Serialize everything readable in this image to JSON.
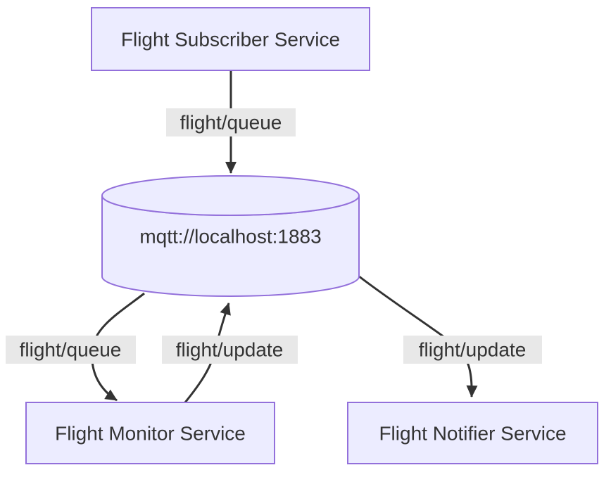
{
  "diagram": {
    "type": "flowchart",
    "colors": {
      "node_fill": "#ECECFF",
      "node_border": "#9370DB",
      "edge": "#333333",
      "label_bg": "#e8e8e8",
      "text": "#333333",
      "background": "#ffffff"
    },
    "nodes": {
      "subscriber": {
        "label": "Flight Subscriber Service",
        "shape": "rectangle"
      },
      "broker": {
        "label": "mqtt://localhost:1883",
        "shape": "cylinder"
      },
      "monitor": {
        "label": "Flight Monitor Service",
        "shape": "rectangle"
      },
      "notifier": {
        "label": "Flight Notifier Service",
        "shape": "rectangle"
      }
    },
    "edges": {
      "subscriber_to_broker": {
        "label": "flight/queue",
        "from": "subscriber",
        "to": "broker"
      },
      "broker_to_monitor": {
        "label": "flight/queue",
        "from": "broker",
        "to": "monitor"
      },
      "monitor_to_broker": {
        "label": "flight/update",
        "from": "monitor",
        "to": "broker"
      },
      "broker_to_notifier": {
        "label": "flight/update",
        "from": "broker",
        "to": "notifier"
      }
    }
  }
}
